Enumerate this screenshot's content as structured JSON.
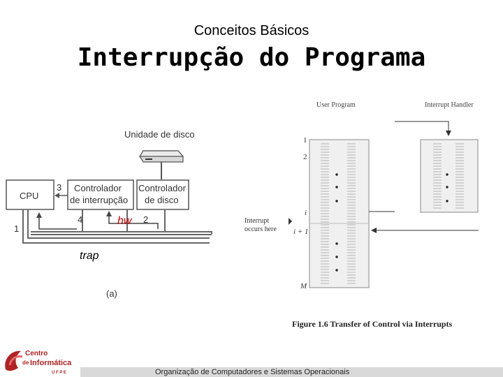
{
  "slide": {
    "subtitle": "Conceitos Básicos",
    "title": "Interrupção do Programa",
    "footer": "Organização de Computadores e Sistemas Operacionais"
  },
  "left_diagram": {
    "disk_unit": "Unidade de disco",
    "cpu": "CPU",
    "interrupt_controller_line1": "Controlador",
    "interrupt_controller_line2": "de interrupção",
    "disk_controller_line1": "Controlador",
    "disk_controller_line2": "de disco",
    "step1": "1",
    "step2": "2",
    "step3": "3",
    "step4": "4",
    "hw_label": "hw",
    "trap_label": "trap",
    "caption": "(a)",
    "hw_color": "#cc0000"
  },
  "right_figure": {
    "user_program": "User Program",
    "interrupt_handler": "Interrupt Handler",
    "row_1": "1",
    "row_2": "2",
    "row_i": "i",
    "row_i1": "i + 1",
    "row_M": "M",
    "interrupt_occurs_line1": "Interrupt",
    "interrupt_occurs_line2": "occurs here",
    "caption": "Figure 1.6 Transfer of Control via  Interrupts"
  },
  "logo": {
    "line1": "Centro",
    "line2_prefix": "de",
    "line2": "Informática",
    "line3": "U F P E",
    "color": "#b22222"
  }
}
